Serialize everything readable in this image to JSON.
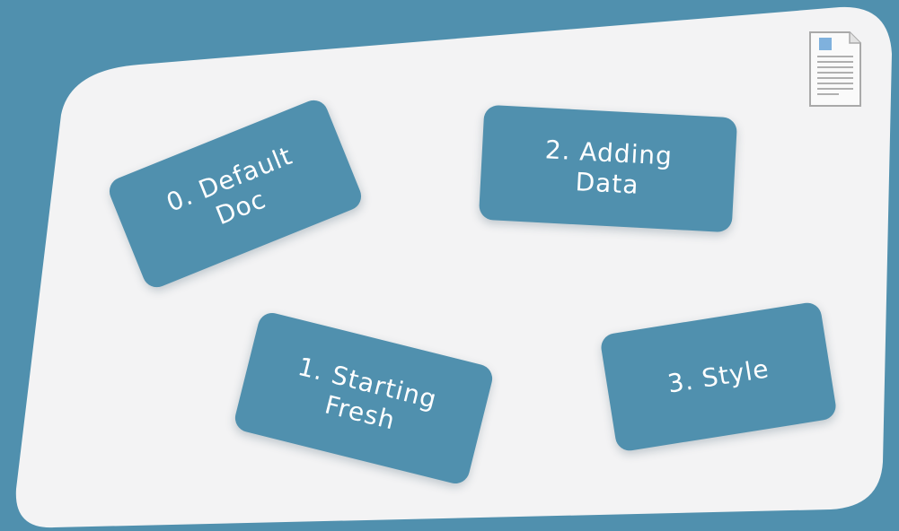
{
  "colors": {
    "background": "#5090ae",
    "board": "#f3f3f4",
    "card": "#5090ae",
    "card_text": "#ffffff"
  },
  "icon": "document-icon",
  "cards": [
    {
      "id": "card-0",
      "label_lines": [
        "0. Default",
        "Doc"
      ]
    },
    {
      "id": "card-1",
      "label_lines": [
        "1. Starting",
        "Fresh"
      ]
    },
    {
      "id": "card-2",
      "label_lines": [
        "2. Adding Data"
      ]
    },
    {
      "id": "card-3",
      "label_lines": [
        "3. Style"
      ]
    }
  ]
}
